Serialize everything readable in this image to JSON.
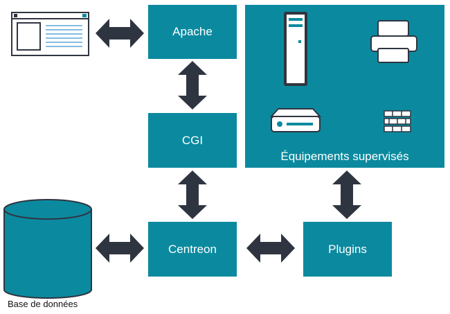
{
  "nodes": {
    "apache": "Apache",
    "cgi": "CGI",
    "centreon": "Centreon",
    "plugins": "Plugins",
    "equipments": "Équipements supervisés",
    "database": "Base de données"
  },
  "icons": {
    "browser": "browser-window-icon",
    "server": "server-tower-icon",
    "printer": "printer-icon",
    "storage": "storage-device-icon",
    "switch": "network-switch-icon",
    "database": "database-cylinder-icon"
  },
  "colors": {
    "box": "#0b8a9f",
    "arrow": "#2f3540",
    "text_on_box": "#ffffff"
  }
}
